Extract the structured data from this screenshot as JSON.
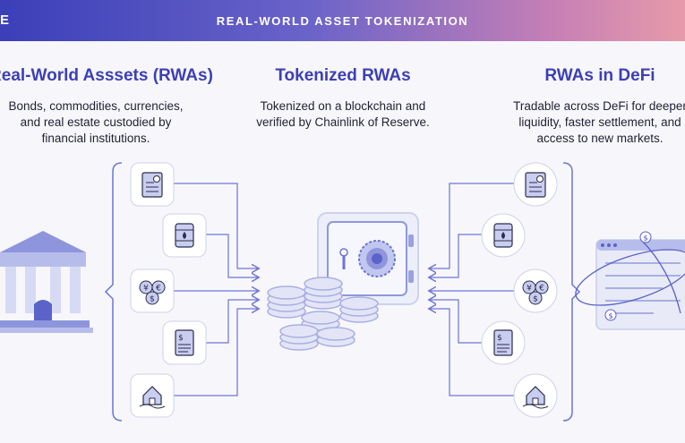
{
  "header": {
    "brand": "E",
    "title": "REAL-WORLD ASSET TOKENIZATION"
  },
  "columns": [
    {
      "title": "Real-World Asssets (RWAs)",
      "lines": [
        "Bonds, commodities, currencies,",
        "and real estate custodied by",
        "financial institutions."
      ]
    },
    {
      "title": "Tokenized RWAs",
      "lines": [
        "Tokenized on a blockchain and",
        "verified by Chainlink of Reserve."
      ]
    },
    {
      "title": "RWAs in DeFi",
      "lines": [
        "Tradable across DeFi for deeper",
        "liquidity, faster settlement, and",
        "access to new markets."
      ]
    }
  ],
  "icons": {
    "left": [
      "bond-document-icon",
      "oil-barrel-icon",
      "currency-coins-icon",
      "invoice-icon",
      "real-estate-icon"
    ],
    "right": [
      "bond-document-icon",
      "oil-barrel-icon",
      "currency-coins-icon",
      "invoice-icon",
      "real-estate-icon"
    ],
    "center": [
      "bank-building-icon",
      "vault-safe-icon",
      "coin-stacks-icon",
      "defi-dashboard-icon"
    ]
  },
  "colors": {
    "accent": "#3d3fb5",
    "line": "#6b74d6",
    "icon_fill": "#c9cdf0",
    "icon_stroke": "#2b2d4a"
  }
}
